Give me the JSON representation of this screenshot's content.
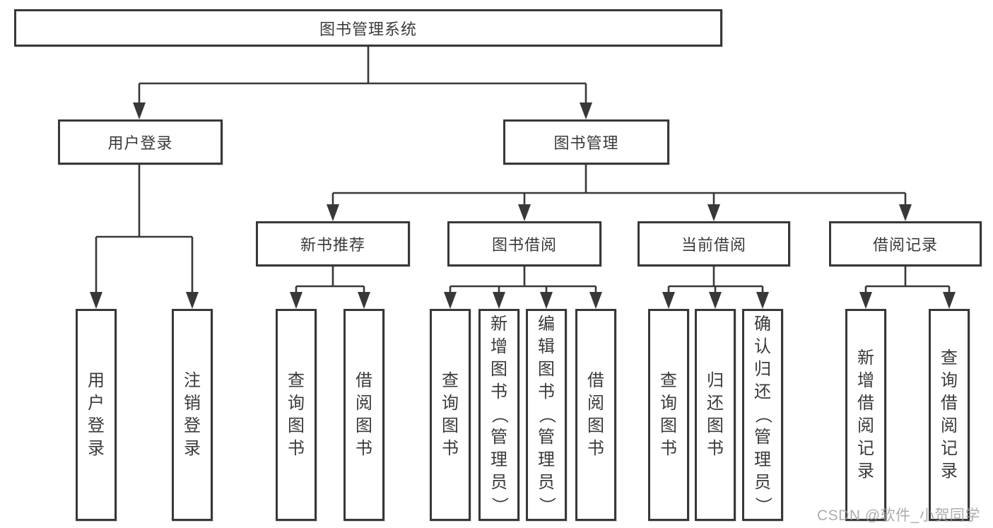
{
  "diagram": {
    "watermark": "CSDN @软件_小贺同学",
    "colors": {
      "line": "#383838",
      "border": "#383838",
      "text": "#3a3a3a",
      "watermark": "#9e9e9e",
      "background": "#ffffff"
    },
    "nodes": {
      "root": {
        "label": "图书管理系统"
      },
      "login": {
        "label": "用户登录"
      },
      "mgmt": {
        "label": "图书管理"
      },
      "newbook": {
        "label": "新书推荐"
      },
      "borrow": {
        "label": "图书借阅"
      },
      "current": {
        "label": "当前借阅"
      },
      "records": {
        "label": "借阅记录"
      },
      "leaf_user_login": {
        "label": "用户登录"
      },
      "leaf_logout": {
        "label": "注销登录"
      },
      "leaf_nb_query": {
        "label": "查询图书"
      },
      "leaf_nb_borrow": {
        "label": "借阅图书"
      },
      "leaf_bw_query": {
        "label": "查询图书"
      },
      "leaf_bw_add": {
        "label": "新增图书（管理员）"
      },
      "leaf_bw_edit": {
        "label": "编辑图书（管理员）"
      },
      "leaf_bw_borrow": {
        "label": "借阅图书"
      },
      "leaf_cur_query": {
        "label": "查询图书"
      },
      "leaf_cur_return": {
        "label": "归还图书"
      },
      "leaf_cur_confirm": {
        "label": "确认归还（管理员）"
      },
      "leaf_rec_add": {
        "label": "新增借阅记录"
      },
      "leaf_rec_query": {
        "label": "查询借阅记录"
      }
    }
  }
}
